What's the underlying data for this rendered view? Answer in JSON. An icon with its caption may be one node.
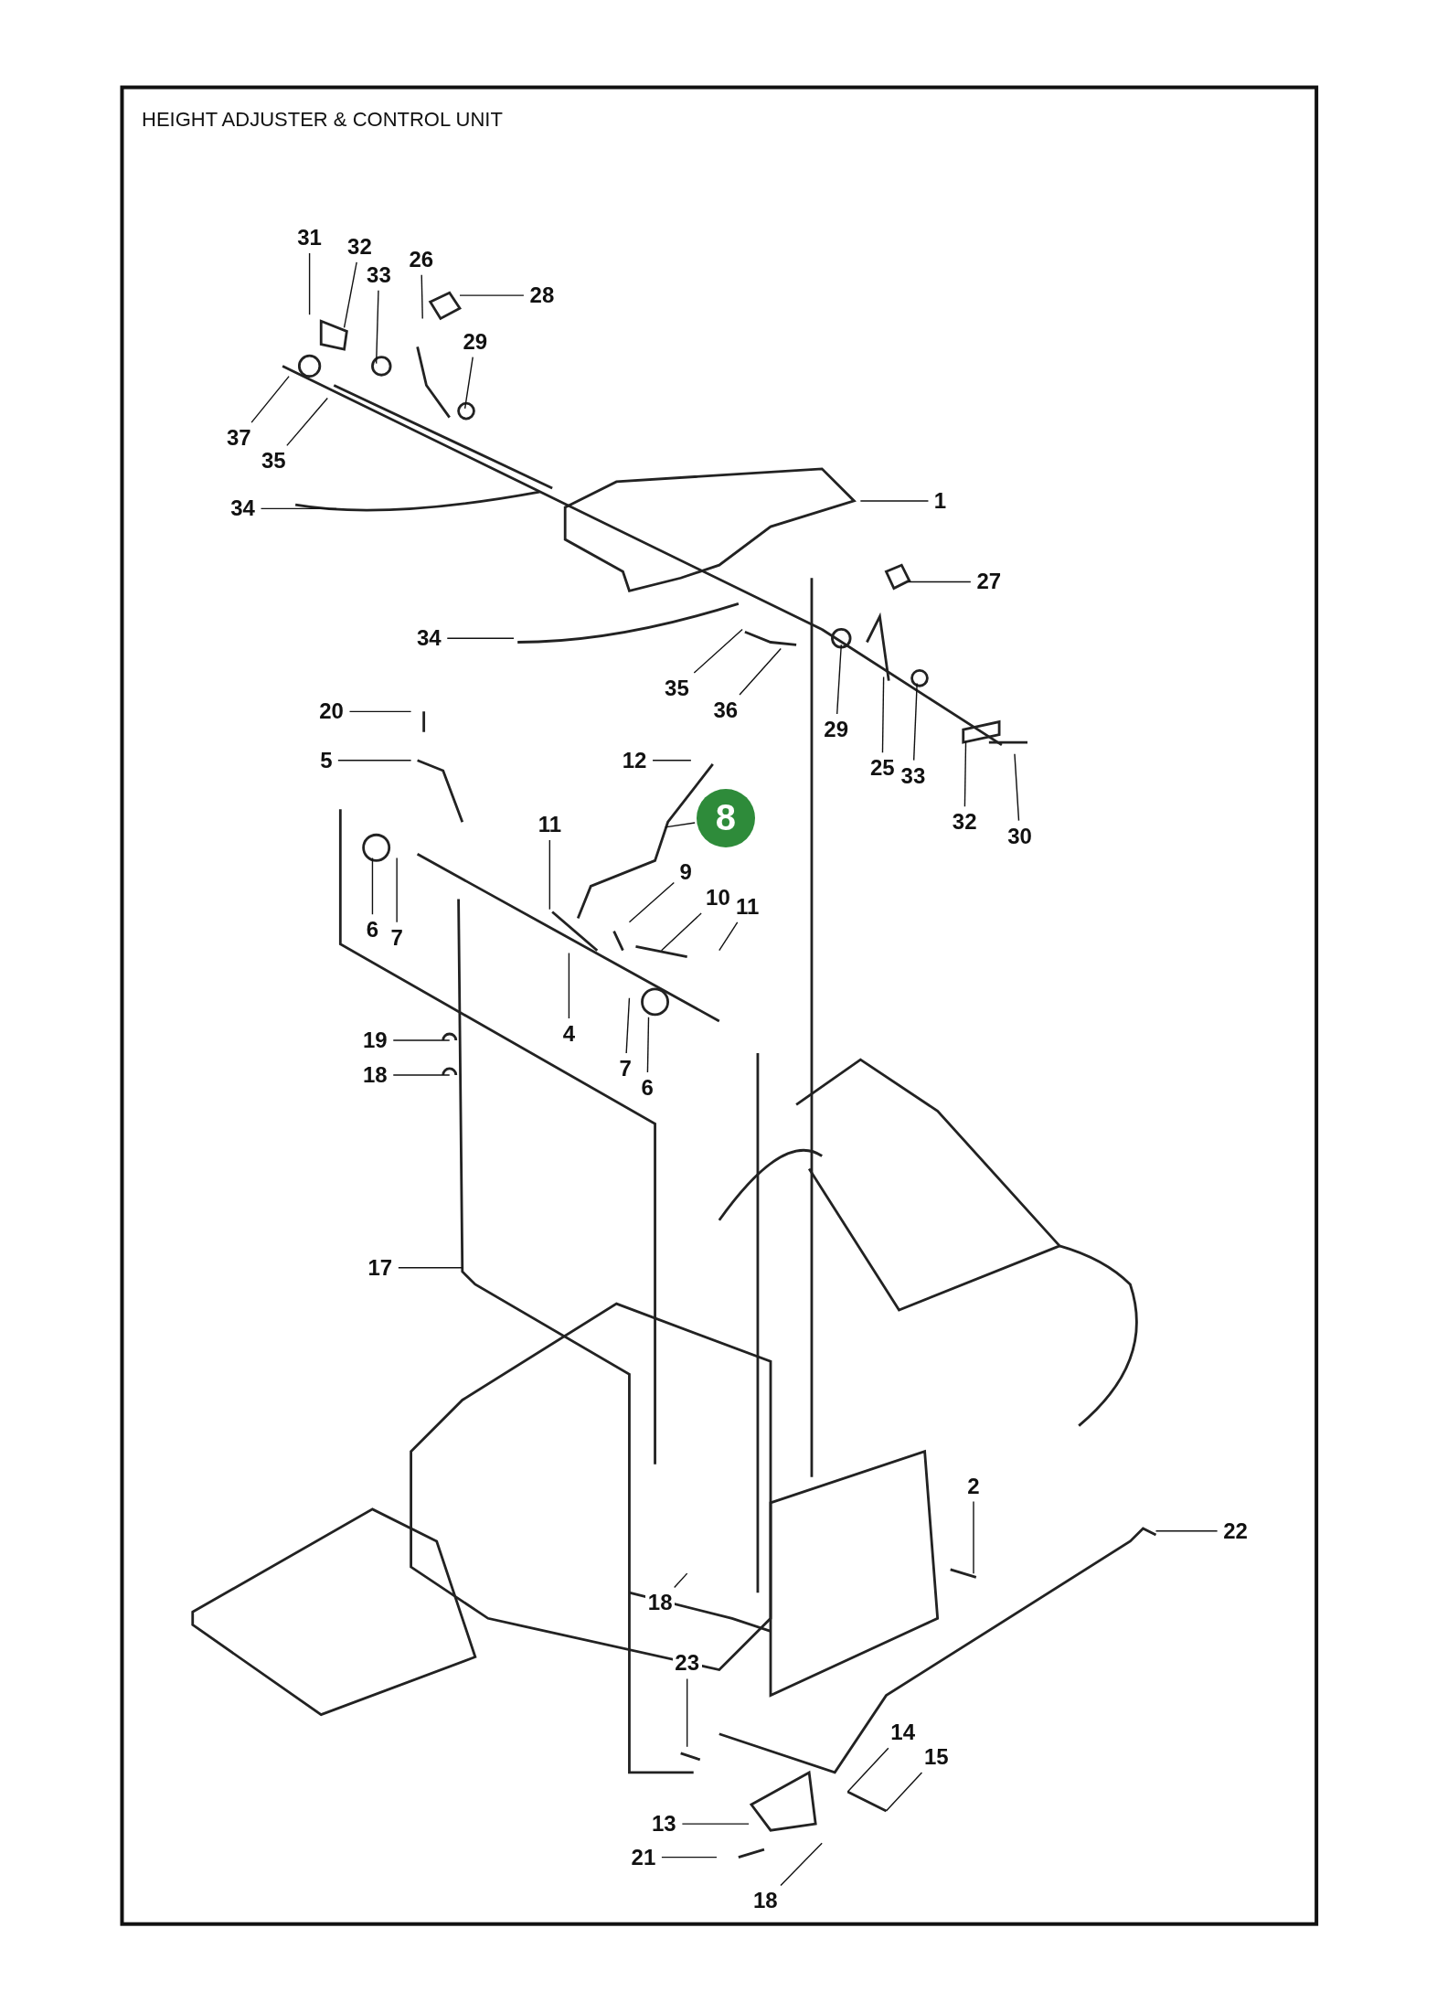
{
  "diagram": {
    "title": "HEIGHT ADJUSTER & CONTROL UNIT",
    "nodes": [
      {
        "text": [
          "31"
        ]
      },
      {
        "text": [
          "32"
        ]
      },
      {
        "text": [
          "33"
        ]
      },
      {
        "text": [
          "26"
        ]
      },
      {
        "text": [
          "28"
        ]
      },
      {
        "text": [
          "29"
        ]
      },
      {
        "text": [
          "37"
        ]
      },
      {
        "text": [
          "35"
        ]
      },
      {
        "text": [
          "34"
        ]
      },
      {
        "text": [
          "1"
        ]
      },
      {
        "text": [
          "27"
        ]
      },
      {
        "text": [
          "34"
        ]
      },
      {
        "text": [
          "35"
        ]
      },
      {
        "text": [
          "36"
        ]
      },
      {
        "text": [
          "29"
        ]
      },
      {
        "text": [
          "25"
        ]
      },
      {
        "text": [
          "33"
        ]
      },
      {
        "text": [
          "32"
        ]
      },
      {
        "text": [
          "30"
        ]
      },
      {
        "text": [
          "20"
        ]
      },
      {
        "text": [
          "5"
        ]
      },
      {
        "text": [
          "12"
        ]
      },
      {
        "text": [
          "8"
        ]
      },
      {
        "text": [
          "11"
        ]
      },
      {
        "text": [
          "9"
        ]
      },
      {
        "text": [
          "10"
        ]
      },
      {
        "text": [
          "11"
        ]
      },
      {
        "text": [
          "6"
        ]
      },
      {
        "text": [
          "7"
        ]
      },
      {
        "text": [
          "4"
        ]
      },
      {
        "text": [
          "7"
        ]
      },
      {
        "text": [
          "6"
        ]
      },
      {
        "text": [
          "19"
        ]
      },
      {
        "text": [
          "18"
        ]
      },
      {
        "text": [
          "17"
        ]
      },
      {
        "text": [
          "2"
        ]
      },
      {
        "text": [
          "22"
        ]
      },
      {
        "text": [
          "18"
        ]
      },
      {
        "text": [
          "23"
        ]
      },
      {
        "text": [
          "14"
        ]
      },
      {
        "text": [
          "15"
        ]
      },
      {
        "text": [
          "13"
        ]
      },
      {
        "text": [
          "21"
        ]
      },
      {
        "text": [
          "18"
        ]
      }
    ],
    "edges": [
      {
        "from": 0,
        "to": null,
        "arrow": "none"
      },
      {
        "from": 1,
        "to": null,
        "arrow": "none"
      },
      {
        "from": 2,
        "to": null,
        "arrow": "none"
      },
      {
        "from": 3,
        "to": null,
        "arrow": "none"
      },
      {
        "from": 4,
        "to": null,
        "arrow": "none"
      },
      {
        "from": 5,
        "to": null,
        "arrow": "none"
      },
      {
        "from": 6,
        "to": null,
        "arrow": "none"
      },
      {
        "from": 7,
        "to": null,
        "arrow": "none"
      },
      {
        "from": 8,
        "to": null,
        "arrow": "none"
      },
      {
        "from": 9,
        "to": null,
        "arrow": "none"
      },
      {
        "from": 10,
        "to": null,
        "arrow": "none"
      },
      {
        "from": 11,
        "to": null,
        "arrow": "none"
      },
      {
        "from": 12,
        "to": null,
        "arrow": "none"
      },
      {
        "from": 13,
        "to": null,
        "arrow": "none"
      },
      {
        "from": 14,
        "to": null,
        "arrow": "none"
      },
      {
        "from": 15,
        "to": null,
        "arrow": "none"
      },
      {
        "from": 16,
        "to": null,
        "arrow": "none"
      },
      {
        "from": 17,
        "to": null,
        "arrow": "none"
      },
      {
        "from": 18,
        "to": null,
        "arrow": "none"
      },
      {
        "from": 19,
        "to": null,
        "arrow": "none"
      },
      {
        "from": 20,
        "to": null,
        "arrow": "none"
      },
      {
        "from": 21,
        "to": null,
        "arrow": "none"
      },
      {
        "from": 22,
        "to": null,
        "arrow": "none"
      },
      {
        "from": 23,
        "to": null,
        "arrow": "none"
      },
      {
        "from": 24,
        "to": null,
        "arrow": "none"
      },
      {
        "from": 25,
        "to": null,
        "arrow": "none"
      },
      {
        "from": 26,
        "to": null,
        "arrow": "none"
      },
      {
        "from": 27,
        "to": null,
        "arrow": "none"
      },
      {
        "from": 28,
        "to": null,
        "arrow": "none"
      },
      {
        "from": 29,
        "to": null,
        "arrow": "none"
      },
      {
        "from": 30,
        "to": null,
        "arrow": "none"
      },
      {
        "from": 31,
        "to": null,
        "arrow": "none"
      },
      {
        "from": 32,
        "to": null,
        "arrow": "none"
      },
      {
        "from": 33,
        "to": null,
        "arrow": "none"
      },
      {
        "from": 34,
        "to": null,
        "arrow": "none"
      },
      {
        "from": 35,
        "to": null,
        "arrow": "none"
      },
      {
        "from": 36,
        "to": null,
        "arrow": "none"
      },
      {
        "from": 37,
        "to": null,
        "arrow": "none"
      },
      {
        "from": 38,
        "to": null,
        "arrow": "none"
      },
      {
        "from": 39,
        "to": null,
        "arrow": "none"
      },
      {
        "from": 40,
        "to": null,
        "arrow": "none"
      },
      {
        "from": 41,
        "to": null,
        "arrow": "none"
      },
      {
        "from": 42,
        "to": null,
        "arrow": "none"
      },
      {
        "from": 43,
        "to": null,
        "arrow": "none"
      }
    ]
  }
}
